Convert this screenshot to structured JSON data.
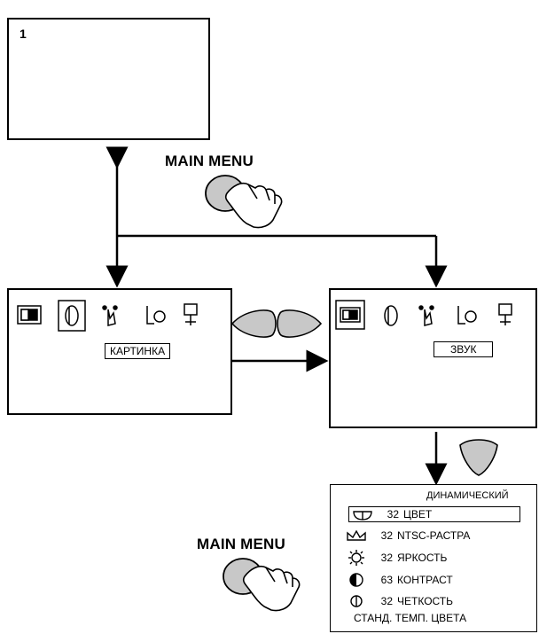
{
  "screen_top": {
    "number": "1"
  },
  "main_menu_top": {
    "label": "MAIN MENU"
  },
  "main_menu_bottom": {
    "label": "MAIN MENU"
  },
  "picture_menu": {
    "selected_label": "КАРТИНКА"
  },
  "sound_menu": {
    "selected_label": "ЗВУК"
  },
  "submenu": {
    "mode": "ДИНАМИЧЕСКИЙ",
    "rows": [
      {
        "icon": "color-icon",
        "value": "32",
        "label": "ЦВЕТ",
        "selected": true
      },
      {
        "icon": "ntsc-tint-icon",
        "value": "32",
        "label": "NTSC-РАСТРА",
        "selected": false
      },
      {
        "icon": "brightness-icon",
        "value": "32",
        "label": "ЯРКОСТЬ",
        "selected": false
      },
      {
        "icon": "contrast-icon",
        "value": "63",
        "label": "КОНТРАСТ",
        "selected": false
      },
      {
        "icon": "sharpness-icon",
        "value": "32",
        "label": "ЧЕТКОСТЬ",
        "selected": false
      }
    ],
    "footer": "СТАНД. ТЕМП. ЦВЕТА"
  },
  "colors": {
    "line": "#000000",
    "button_fill": "#c8c8c8"
  }
}
